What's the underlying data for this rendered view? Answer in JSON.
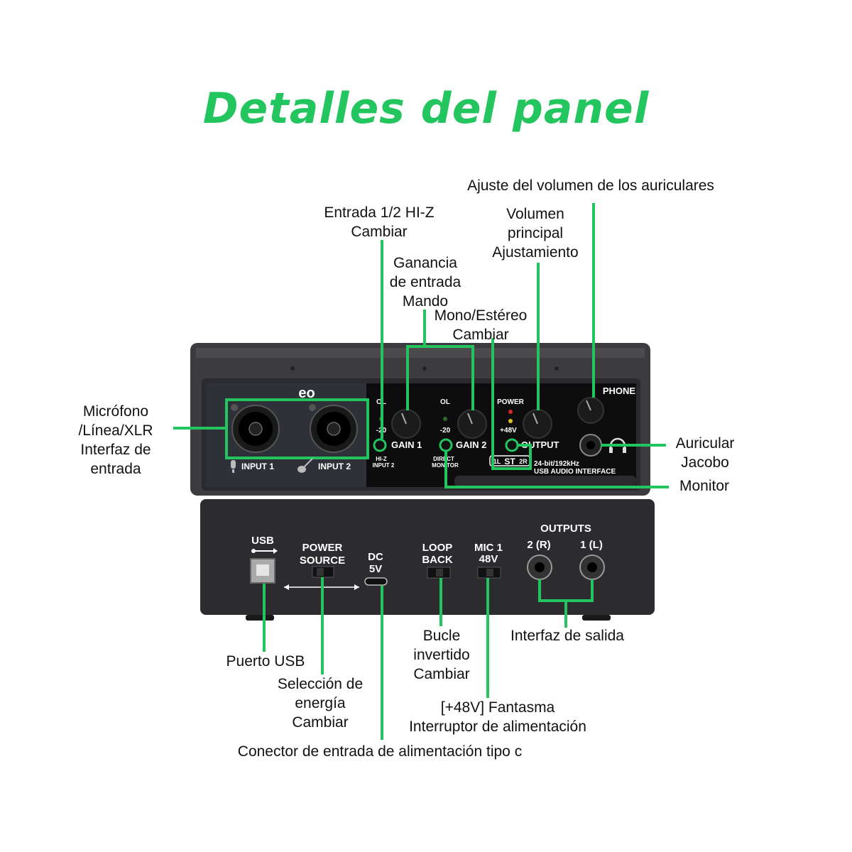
{
  "title": "Detalles del panel",
  "colors": {
    "accent": "#22c55e",
    "device_body": "#3a3a3e",
    "panel": "#111111"
  },
  "front_panel": {
    "brand": "eo",
    "phone_label": "PHONE",
    "input1": "INPUT 1",
    "input2": "INPUT 2",
    "ol_label": "OL",
    "minus20": "-20",
    "gain1": "GAIN 1",
    "gain2": "GAIN 2",
    "hiz_line1": "HI-Z",
    "hiz_line2": "INPUT 2",
    "direct_line1": "DIRECT",
    "direct_line2": "MONITOR",
    "power": "POWER",
    "plus48": "+48V",
    "output": "OUTPUT",
    "badge_left": "1L",
    "badge_mid": "ST",
    "badge_right": "2R",
    "spec_line1": "24-bit/192kHz",
    "spec_line2": "USB AUDIO INTERFACE"
  },
  "rear_panel": {
    "usb": "USB",
    "power_source_line1": "POWER",
    "power_source_line2": "SOURCE",
    "dc_line1": "DC",
    "dc_line2": "5V",
    "loop_line1": "LOOP",
    "loop_line2": "BACK",
    "mic_line1": "MIC 1",
    "mic_line2": "48V",
    "outputs": "OUTPUTS",
    "out2": "2 (R)",
    "out1": "1 (L)"
  },
  "callouts": {
    "headphone_volume": "Ajuste del volumen de los auriculares",
    "hiz_switch": "Entrada 1/2 HI-Z\nCambiar",
    "main_volume": "Volumen\nprincipal\nAjustamiento",
    "input_gain": "Ganancia\nde entrada\nMando",
    "mono_stereo": "Mono/Estéreo\nCambiar",
    "mic_line_xlr": "Micrófono\n/Línea/XLR\nInterfaz de\nentrada",
    "headphone_jack": "Auricular\nJacobo",
    "monitor": "Monitor",
    "usb_port": "Puerto USB",
    "power_select": "Selección de\nenergía\nCambiar",
    "loopback": "Bucle\ninvertido\nCambiar",
    "output_interface": "Interfaz de salida",
    "phantom": "[+48V] Fantasma\nInterruptor de alimentación",
    "type_c": "Conector de entrada de alimentación tipo c"
  }
}
